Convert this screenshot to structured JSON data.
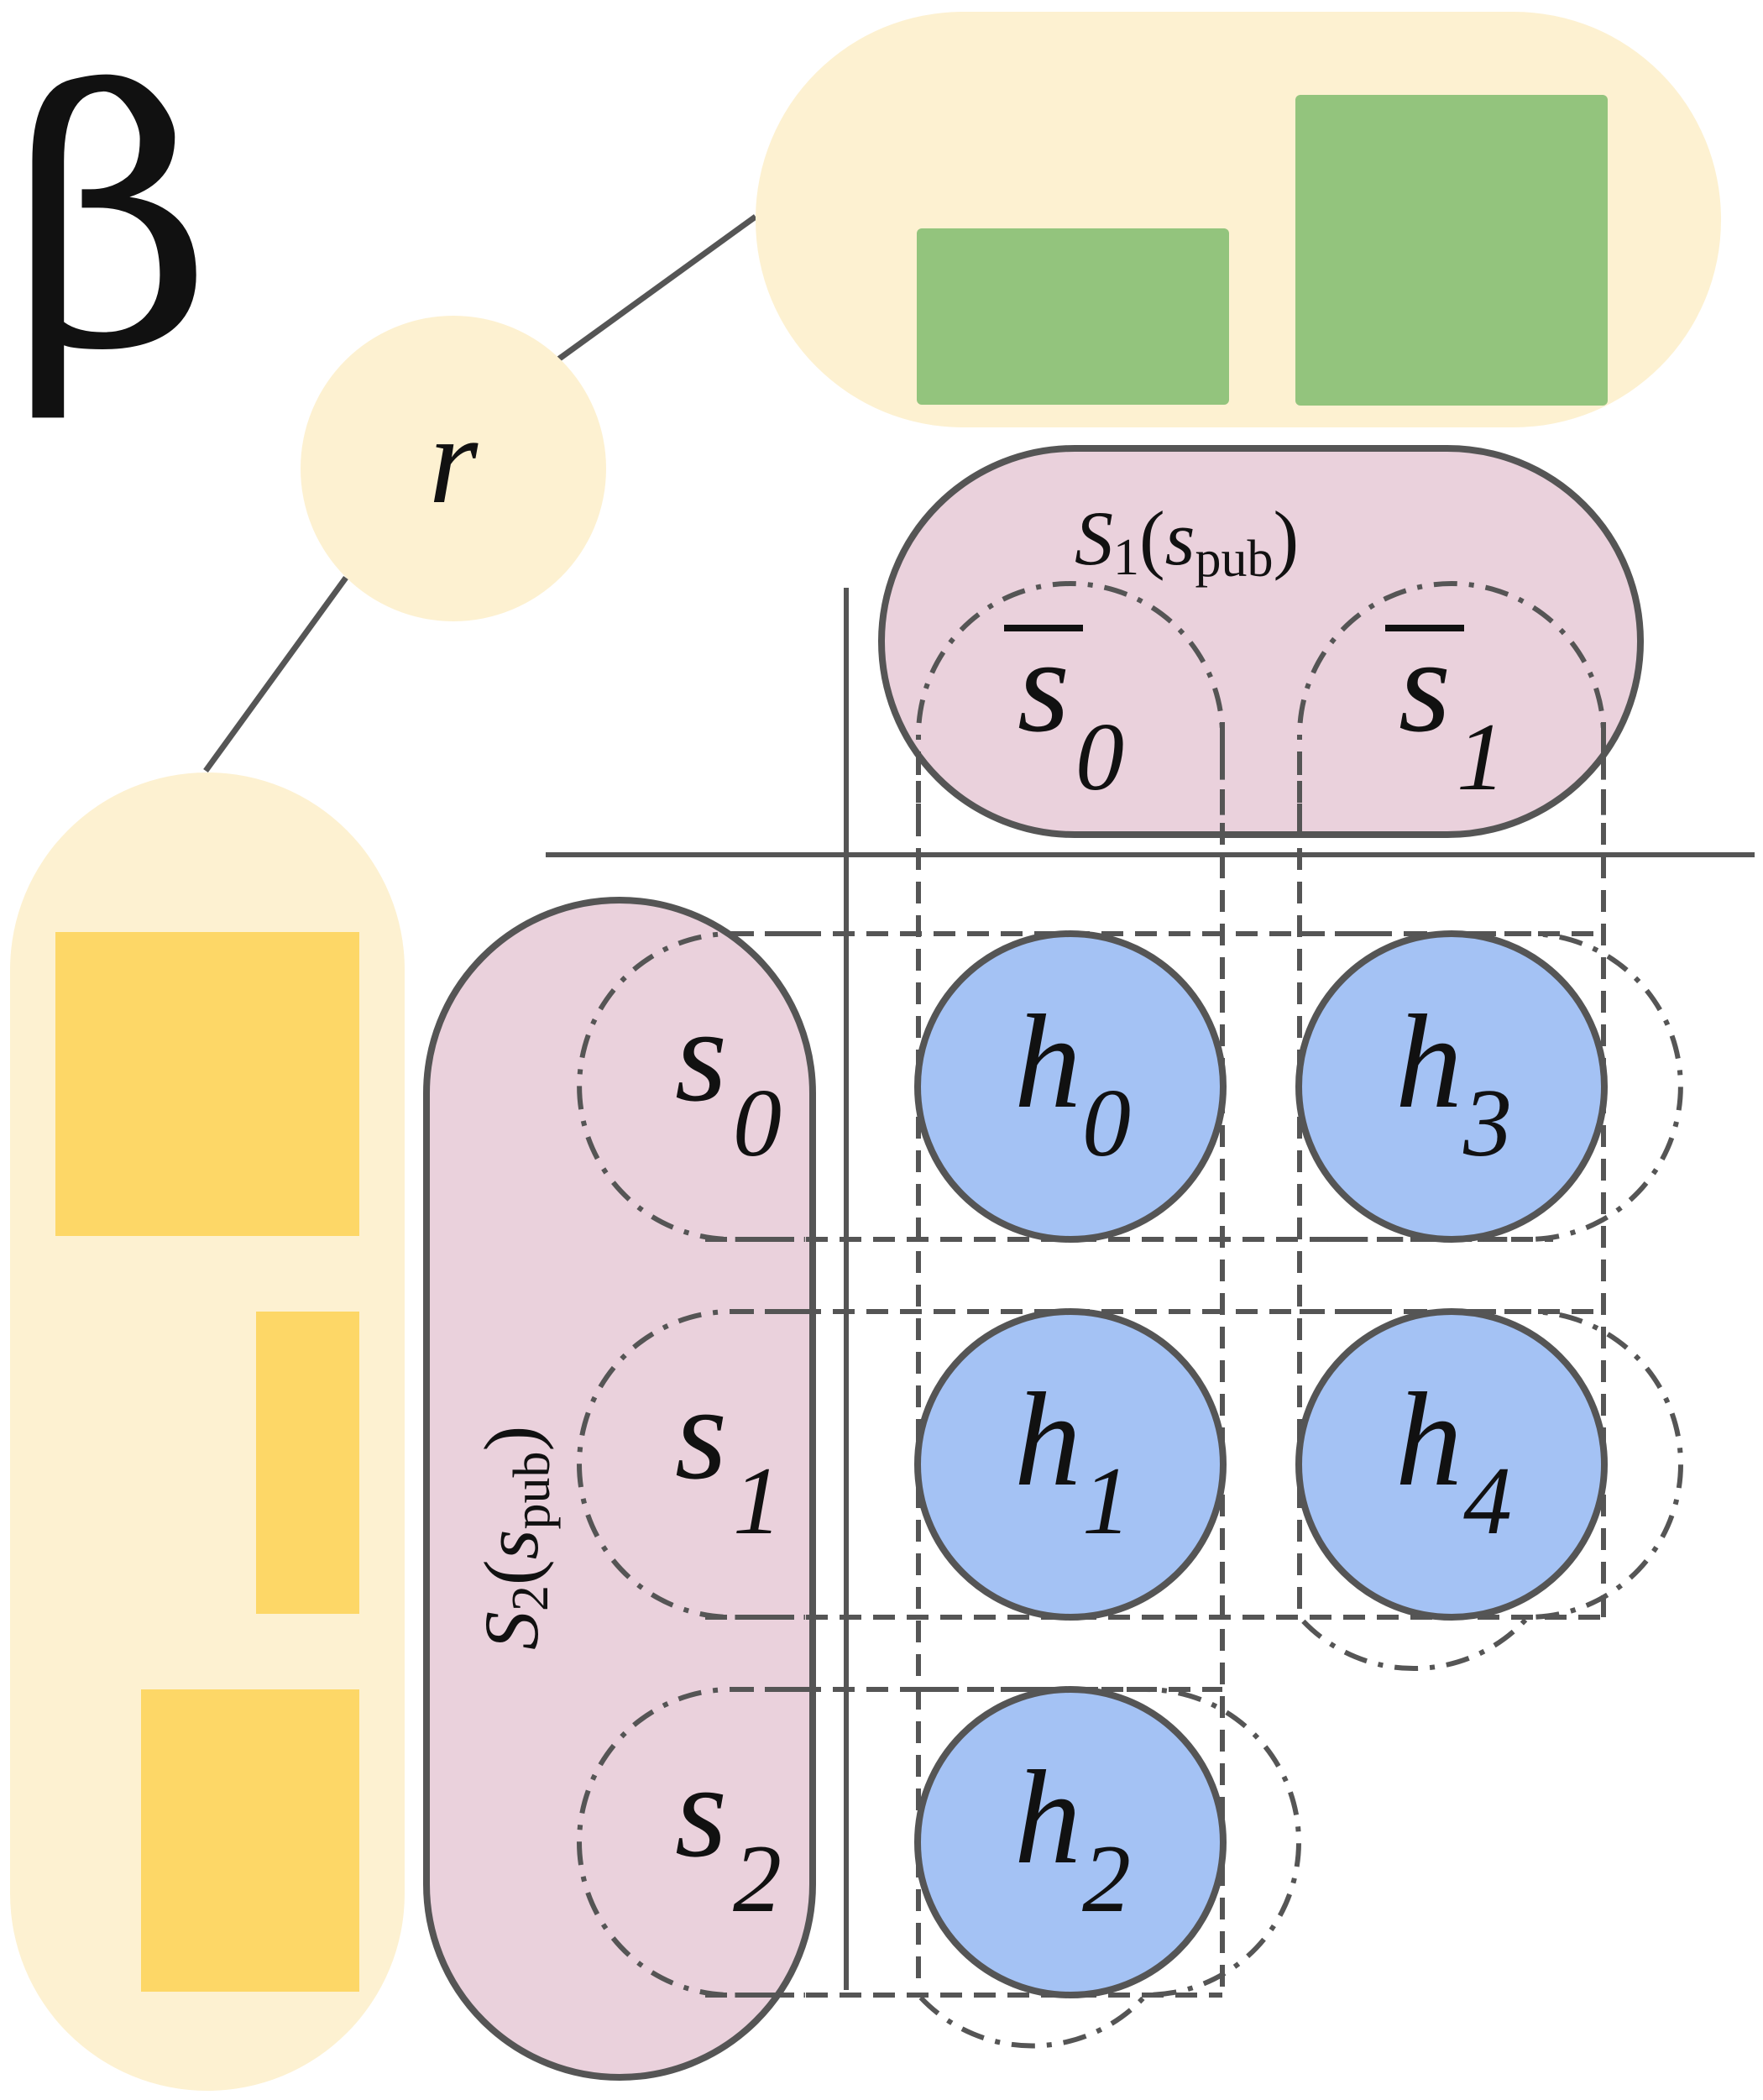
{
  "labels": {
    "beta": "β",
    "root": "r",
    "s1_group": {
      "main": "S",
      "sub": "1",
      "open": "(",
      "var": "s",
      "var_sub": "pub",
      "close": ")"
    },
    "s2_group": {
      "main": "S",
      "sub": "2",
      "open": "(",
      "var": "s",
      "var_sub": "pub",
      "close": ")"
    }
  },
  "top_nodes": [
    {
      "base": "s",
      "sub": "0"
    },
    {
      "base": "s",
      "sub": "1"
    }
  ],
  "left_nodes": [
    {
      "base": "s",
      "sub": "0"
    },
    {
      "base": "s",
      "sub": "1"
    },
    {
      "base": "s",
      "sub": "2"
    }
  ],
  "h_nodes": [
    {
      "base": "h",
      "sub": "0"
    },
    {
      "base": "h",
      "sub": "1"
    },
    {
      "base": "h",
      "sub": "2"
    },
    {
      "base": "h",
      "sub": "3"
    },
    {
      "base": "h",
      "sub": "4"
    }
  ],
  "colors": {
    "cream": "#FDF1D1",
    "green_bar": "#93C47D",
    "yellow_bar": "#FDD767",
    "pink": "#EAD1DC",
    "blue": "#A4C2F4",
    "stroke": "#555555",
    "ink": "#111111"
  }
}
